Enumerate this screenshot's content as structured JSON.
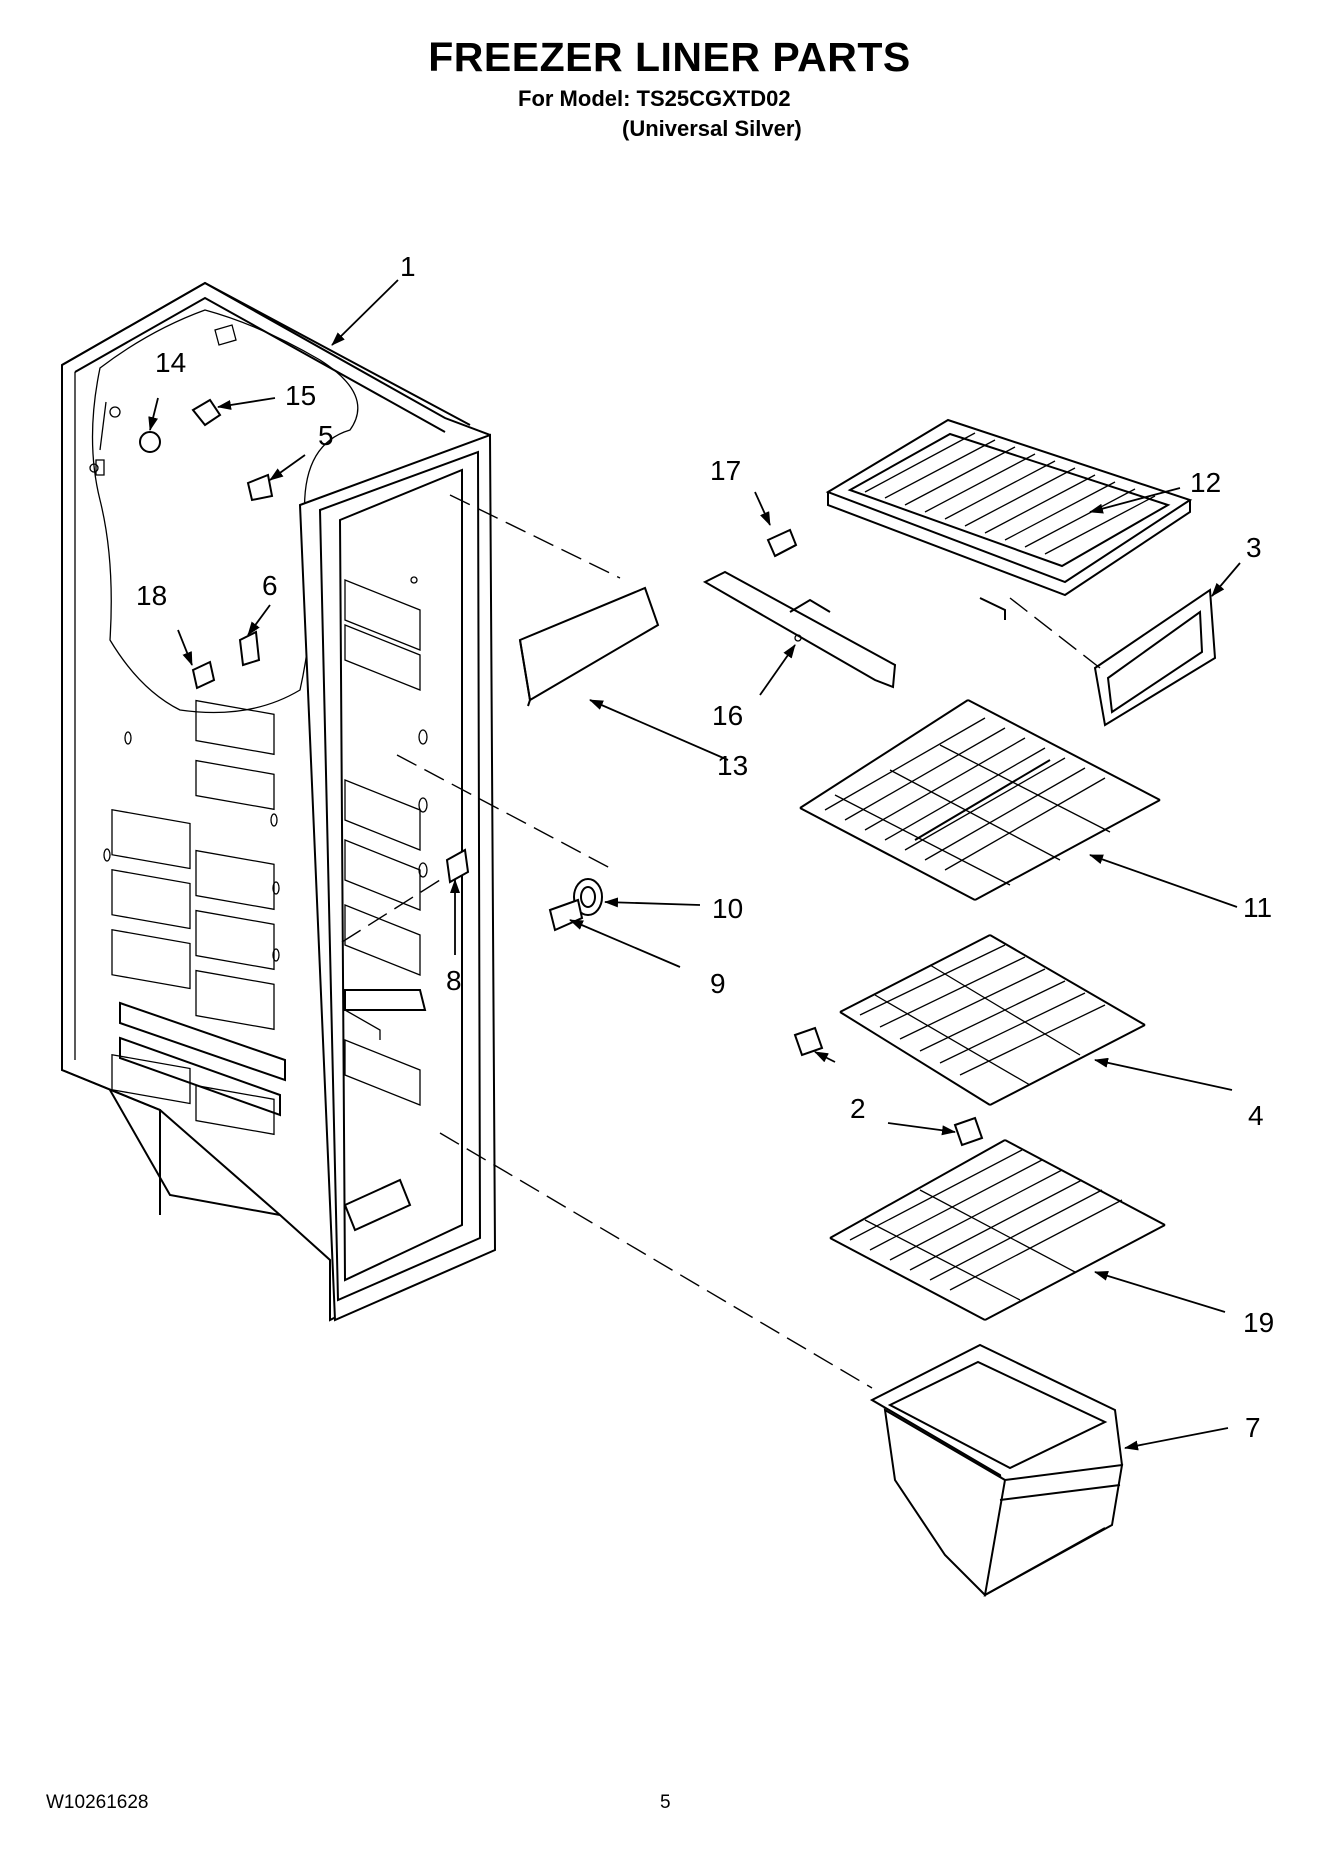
{
  "header": {
    "title": "FREEZER LINER PARTS",
    "model_line": "For Model: TS25CGXTD02",
    "variant_line": "(Universal Silver)"
  },
  "footer": {
    "doc_number": "W10261628",
    "page_number": "5"
  },
  "callouts": [
    "1",
    "2",
    "3",
    "4",
    "5",
    "6",
    "7",
    "8",
    "9",
    "10",
    "11",
    "12",
    "13",
    "14",
    "15",
    "16",
    "17",
    "18",
    "19"
  ]
}
